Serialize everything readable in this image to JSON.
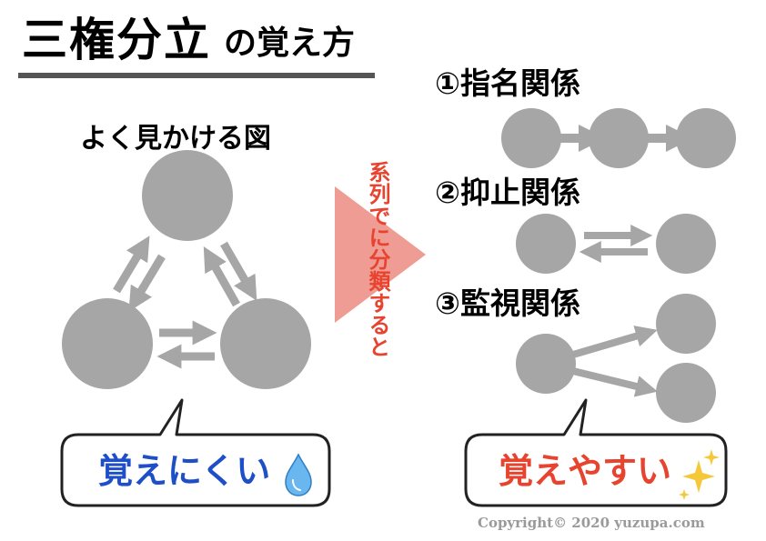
{
  "title": {
    "main": "三権分立",
    "sub": "の覚え方"
  },
  "left": {
    "caption": "よく見かける図",
    "bubble_text": "覚えにくい",
    "bubble_icon": "water-drop-icon"
  },
  "transition": {
    "text": "系列でに分類すると"
  },
  "right": {
    "sections": [
      {
        "number": "①",
        "label": "指名関係"
      },
      {
        "number": "②",
        "label": "抑止関係"
      },
      {
        "number": "③",
        "label": "監視関係"
      }
    ],
    "bubble_text": "覚えやすい",
    "bubble_icon": "sparkles-icon"
  },
  "footer": {
    "copyright": "Copyright© 2020 yuzupa.com"
  },
  "colors": {
    "node": "#a6a6a6",
    "arrow": "#a6a6a6",
    "underline": "#555555",
    "transition_arrow": "#ef9c94",
    "transition_text": "#e8432f",
    "hard_text": "#1f4fc8",
    "easy_text": "#e8432f"
  }
}
